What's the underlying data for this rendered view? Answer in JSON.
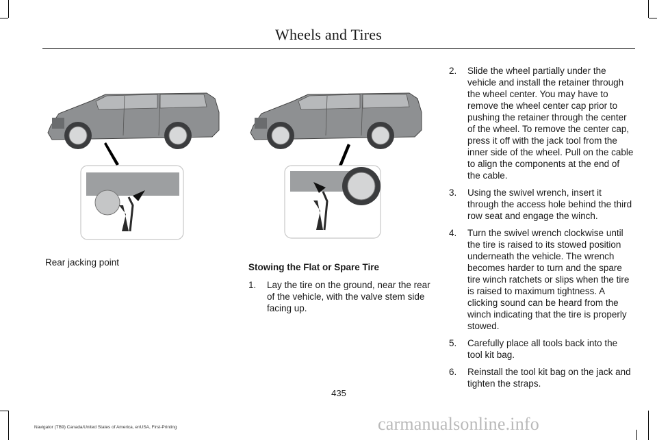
{
  "header": {
    "title": "Wheels and Tires"
  },
  "left_figure": {
    "caption": "Rear jacking point"
  },
  "section": {
    "heading": "Stowing the Flat or Spare Tire"
  },
  "steps": [
    {
      "num": "1.",
      "text": "Lay the tire on the ground, near the rear of the vehicle, with the valve stem side facing up."
    },
    {
      "num": "2.",
      "text": "Slide the wheel partially under the vehicle and install the retainer through the wheel center. You may have to remove the wheel center cap prior to pushing the retainer through the center of the wheel. To remove the center cap, press it off with the jack tool from the inner side of the wheel. Pull on the cable to align the components at the end of the cable."
    },
    {
      "num": "3.",
      "text": "Using the swivel wrench, insert it through the access hole behind the third row seat and engage the winch."
    },
    {
      "num": "4.",
      "text": "Turn the swivel wrench clockwise until the tire is raised to its stowed position underneath the vehicle. The wrench becomes harder to turn and the spare tire winch ratchets or slips when the tire is raised to maximum tightness. A clicking sound can be heard from the winch indicating that the tire is properly stowed."
    },
    {
      "num": "5.",
      "text": "Carefully place all tools back into the tool kit bag."
    },
    {
      "num": "6.",
      "text": "Reinstall the tool kit bag on the jack and tighten the straps."
    }
  ],
  "footer": {
    "page_number": "435",
    "edition": "Navigator (TB9) Canada/United States of America, enUSA, First-Printing"
  },
  "watermark": "carmanualsonline.info",
  "colors": {
    "text": "#1a1a1a",
    "car_body": "#8e9092",
    "watermark": "#b9b9b9"
  }
}
